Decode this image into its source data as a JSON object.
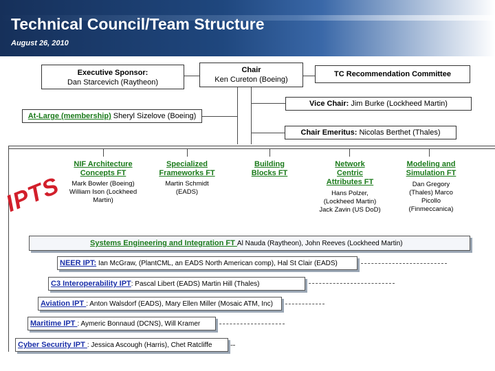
{
  "header": {
    "title": "Technical Council/Team  Structure",
    "date": "August 26,  2010"
  },
  "executive": {
    "label": "Executive Sponsor:",
    "name": "Dan Starcevich (Raytheon)"
  },
  "chair": {
    "label": "Chair",
    "name": "Ken Cureton (Boeing)"
  },
  "tc_committee": {
    "label": "TC Recommendation Committee"
  },
  "vice_chair": {
    "label": "Vice Chair:",
    "name": " Jim Burke (Lockheed Martin)"
  },
  "at_large": {
    "label": "At-Large (membership)",
    "name": " Sheryl Sizelove (Boeing)"
  },
  "chair_emeritus": {
    "label": "Chair Emeritus:",
    "name": " Nicolas Berthet (Thales)"
  },
  "ipts_word": "IPTS",
  "focus_teams": [
    {
      "title": "NIF Architecture Concepts FT",
      "members": "Mark Bowler (Boeing) William Ison (Lockheed Martin)"
    },
    {
      "title": "Specialized Frameworks FT",
      "members": "Martin Schmidt (EADS)"
    },
    {
      "title": "Building Blocks  FT",
      "members": ""
    },
    {
      "title": "Network Centric Attributes FT",
      "members": "Hans Polzer, (Lockheed Martin) Jack Zavin (US DoD)"
    },
    {
      "title": "Modeling and Simulation FT",
      "members": "Dan Gregory (Thales) Marco Picollo (Finmeccanica)"
    }
  ],
  "ipts": [
    {
      "title": "Systems Engineering and Integration FT ",
      "members": "  Al Nauda (Raytheon), John Reeves (Lockheed Martin)"
    },
    {
      "title": "NEER IPT:",
      "members": "  Ian McGraw, (PlantCML, an EADS North American comp), Hal St Clair (EADS)"
    },
    {
      "title": "C3 Interoperability IPT",
      "members": ": Pascal Libert (EADS)   Martin Hill (Thales)"
    },
    {
      "title": "Aviation IPT ",
      "members": ":   Anton Walsdorf (EADS),  Mary Ellen Miller (Mosaic ATM, Inc)"
    },
    {
      "title": "Maritime IPT ",
      "members": ":   Aymeric Bonnaud (DCNS),  Will Kramer"
    },
    {
      "title": "Cyber Security IPT ",
      "members": ":   Jessica Ascough (Harris), Chet Ratcliffe"
    }
  ],
  "colors": {
    "header_dark": "#16305a",
    "ft_green": "#1a7a1a",
    "ipt_blue": "#1a2fa8",
    "ipts_red": "#d21f2b"
  }
}
